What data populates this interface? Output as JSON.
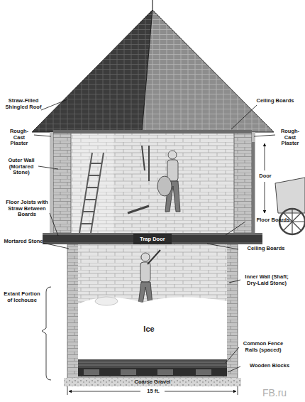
{
  "diagram": {
    "nodes": [
      {
        "text": [
          "Trap Door"
        ]
      },
      {
        "text": [
          "Ice"
        ]
      }
    ],
    "labels": [
      "Straw-Filled Shingled Roof",
      "Ceiling Boards",
      "Rough-Cast Plaster",
      "Rough-Cast Plaster",
      "Outer Wall (Mortared Stone)",
      "Door",
      "Floor Joists with Straw Between Boards",
      "Floor Boards",
      "Mortared Stone",
      "Ceiling Boards",
      "Inner Wall (Shaft; Dry-Laid Stone)",
      "Extant Portion of Icehouse",
      "Common Fence Rails (spaced)",
      "Wooden Blocks",
      "Coarse Gravel",
      "15 ft.",
      "FB.ru"
    ]
  }
}
